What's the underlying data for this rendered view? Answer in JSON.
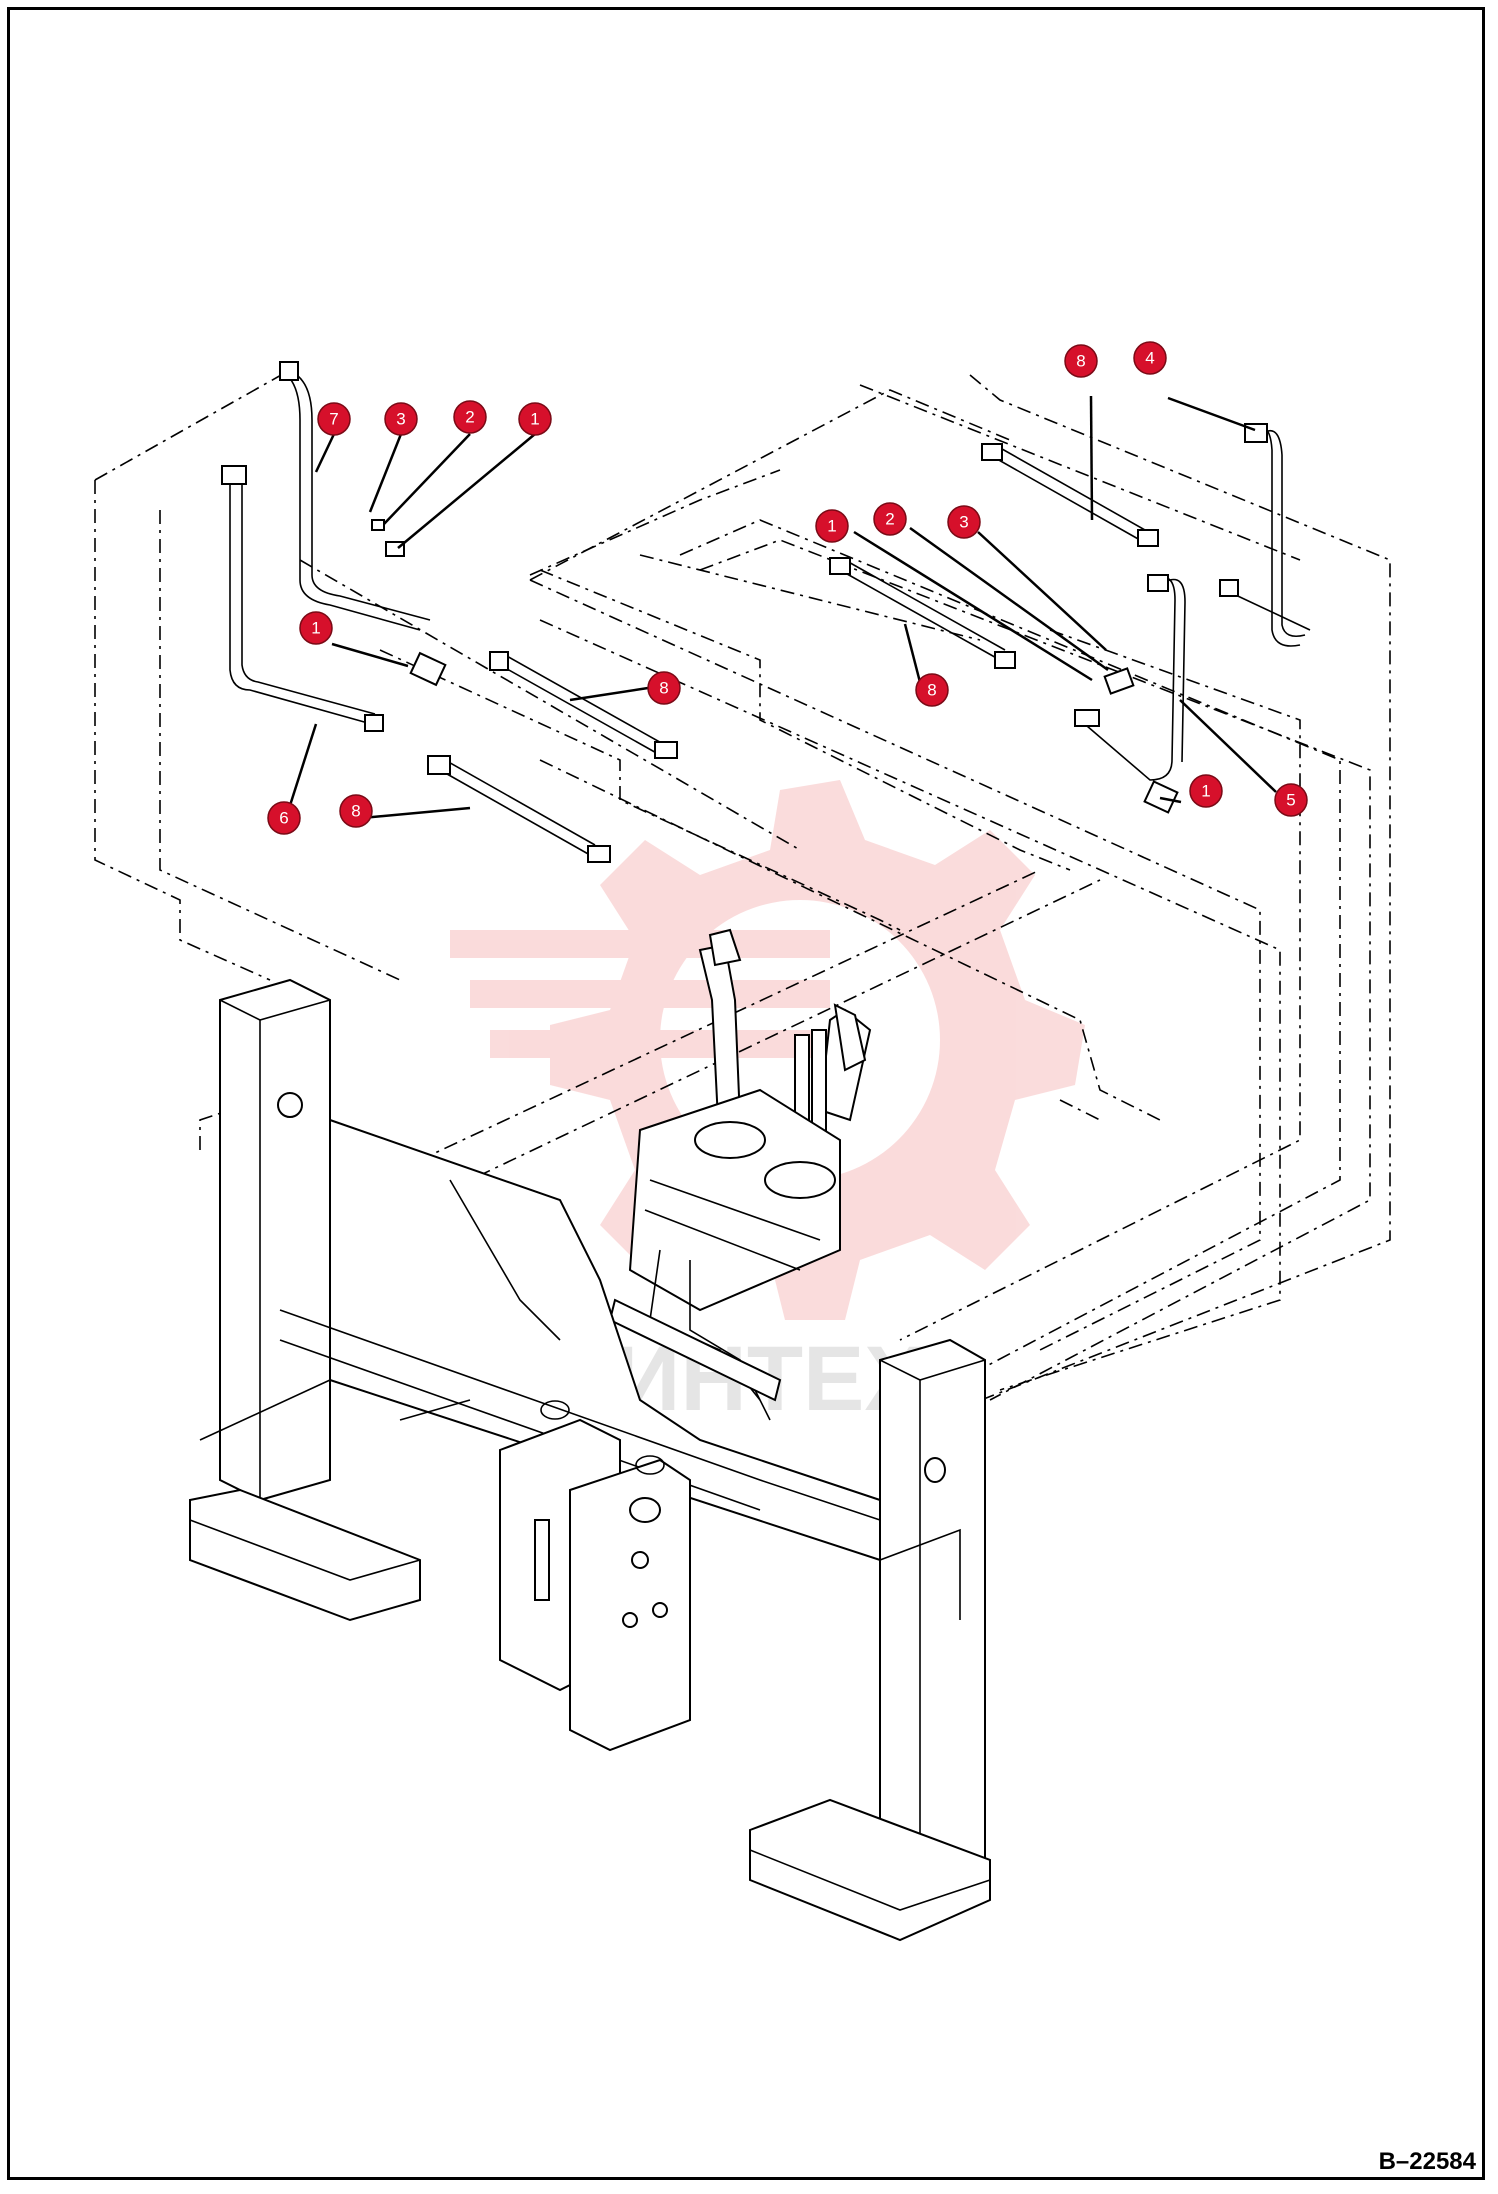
{
  "diagram_reference": "B–22584",
  "watermark_text": "ИНТЕХ",
  "callouts": [
    {
      "label": "7"
    },
    {
      "label": "3"
    },
    {
      "label": "2"
    },
    {
      "label": "1"
    },
    {
      "label": "1"
    },
    {
      "label": "8"
    },
    {
      "label": "6"
    },
    {
      "label": "8"
    },
    {
      "label": "8"
    },
    {
      "label": "4"
    },
    {
      "label": "1"
    },
    {
      "label": "2"
    },
    {
      "label": "3"
    },
    {
      "label": "8"
    },
    {
      "label": "1"
    },
    {
      "label": "5"
    }
  ],
  "colors": {
    "callout_fill": "#d6102b",
    "watermark": "#f4b8b8"
  }
}
